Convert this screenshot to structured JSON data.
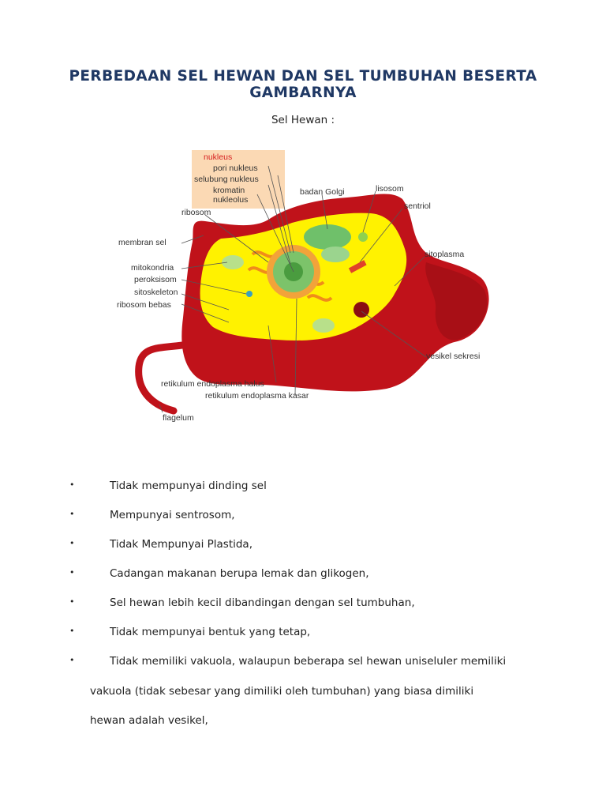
{
  "title_line1": "PERBEDAAN SEL HEWAN DAN SEL TUMBUHAN BESERTA",
  "title_line2": "GAMBARNYA",
  "subtitle": "Sel Hewan :",
  "figure": {
    "labels": {
      "nukleus": "nukleus",
      "pori_nukleus": "pori nukleus",
      "selubung_nukleus": "selubung nukleus",
      "kromatin": "kromatin",
      "nukleolus": "nukleolus",
      "ribosom": "ribosom",
      "badan_golgi": "badan Golgi",
      "lisosom": "lisosom",
      "sentriol": "sentriol",
      "membran_sel": "membran sel",
      "sitoplasma": "sitoplasma",
      "mitokondria": "mitokondria",
      "peroksisom": "peroksisom",
      "sitoskeleton": "sitoskeleton",
      "ribosom_bebas": "ribosom bebas",
      "vesikel_sekresi": "vesikel sekresi",
      "retikulum_halus": "retikulum endoplasma halus",
      "retikulum_kasar": "retikulum endoplasma kasar",
      "flagelum": "flagelum"
    },
    "colors": {
      "membrane": "#c0121a",
      "cytoplasm": "#fff200",
      "nucleus": "#7cc36a",
      "label_box": "#fbd9b4"
    }
  },
  "bullets": [
    "Tidak mempunyai dinding sel",
    "Mempunyai sentrosom,",
    "Tidak Mempunyai Plastida,",
    "Cadangan makanan berupa lemak dan glikogen,",
    "Sel hewan lebih kecil dibandingan dengan sel tumbuhan,",
    "Tidak mempunyai bentuk yang tetap,",
    "Tidak memiliki vakuola, walaupun beberapa sel hewan uniseluler memiliki"
  ],
  "continuation": [
    "vakuola (tidak sebesar yang dimiliki oleh tumbuhan) yang biasa dimiliki",
    "hewan adalah vesikel,"
  ],
  "bullet_symbol": "•"
}
